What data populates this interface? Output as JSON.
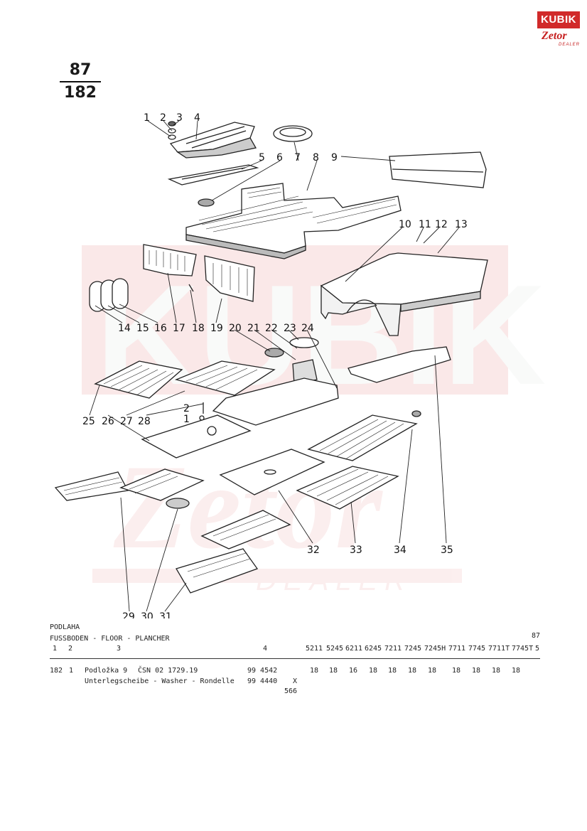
{
  "logo": {
    "brand": "KUBIK",
    "sub": "Zetor",
    "dealer": "DEALER"
  },
  "page": {
    "figure_number": "87",
    "group_number": "182"
  },
  "watermark": {
    "text": "KUBIK",
    "sub": "Zetor",
    "dealer": "DEALER"
  },
  "callouts": [
    "1",
    "2",
    "3",
    "4",
    "5",
    "6",
    "7",
    "8",
    "9",
    "10",
    "11",
    "12",
    "13",
    "14",
    "15",
    "16",
    "17",
    "18",
    "19",
    "20",
    "21",
    "22",
    "23",
    "24",
    "25",
    "26",
    "27",
    "28",
    "29",
    "30",
    "31",
    "32",
    "33",
    "34",
    "35"
  ],
  "inset_callouts": [
    "2",
    "1"
  ],
  "table": {
    "title_cz": "PODLAHA",
    "title_multi": "FUSSBODEN - FLOOR - PLANCHER",
    "page_ref": "87",
    "col_headers": [
      "1",
      "2",
      "3",
      "4"
    ],
    "models": [
      "5211",
      "5245",
      "6211",
      "6245",
      "7211",
      "7245",
      "7245H",
      "7711",
      "7745",
      "7711T",
      "7745T"
    ],
    "last_col": "5",
    "row": {
      "group": "182",
      "pos": "1",
      "name": "Podložka 9",
      "standard": "ČSN 02 1729.19",
      "number": "99 4542",
      "qtys": [
        "18",
        "18",
        "16",
        "18",
        "18",
        "18",
        "18",
        "18",
        "18",
        "18",
        "18"
      ],
      "name2": "Unterlegscheibe - Washer - Rondelle",
      "number2": "99 4440",
      "mark": "X",
      "extra": "566"
    }
  }
}
